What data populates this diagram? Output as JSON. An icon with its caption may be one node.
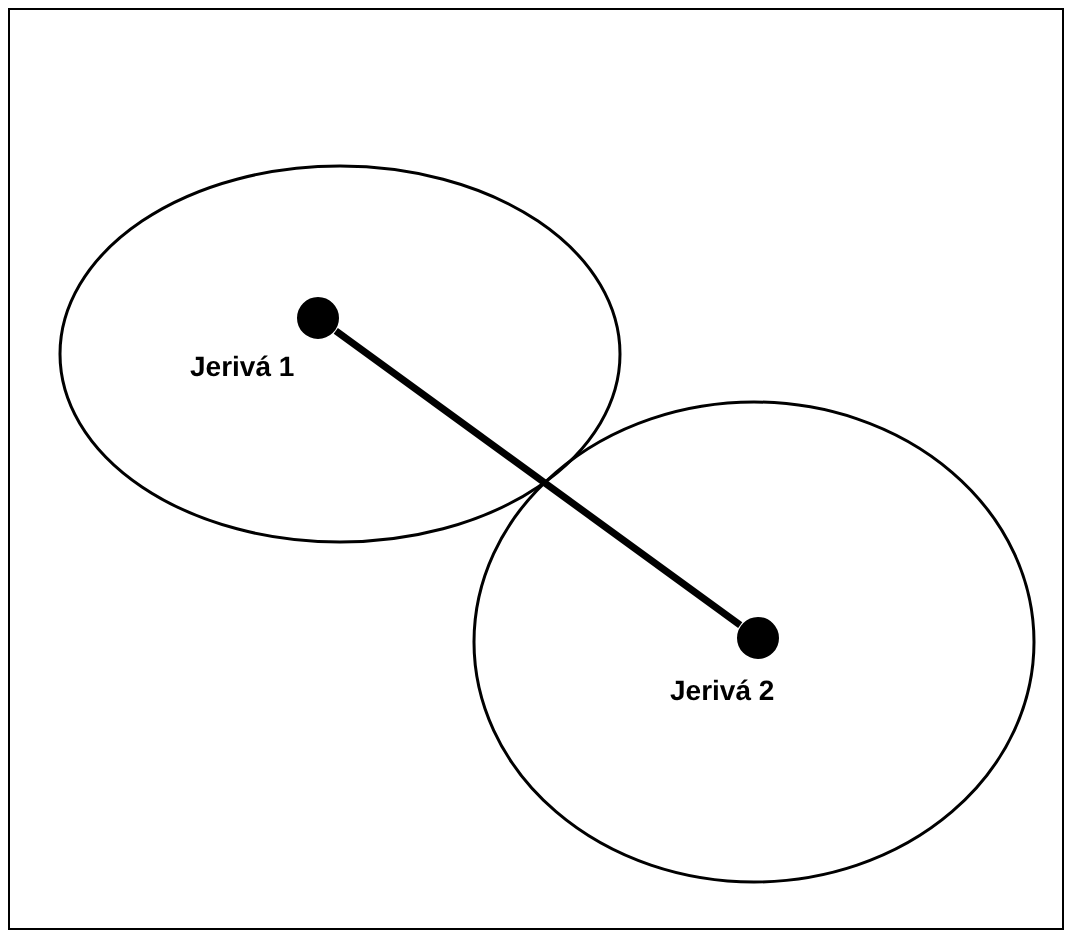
{
  "diagram": {
    "nodes": [
      {
        "text": [],
        "shape": "circle"
      },
      {
        "text": [],
        "shape": "circle",
        "beside": [
          "Jerivá 1"
        ],
        "in": 0
      },
      {
        "text": [],
        "shape": "circle"
      },
      {
        "text": [],
        "shape": "circle",
        "beside": [
          "Jerivá 2"
        ],
        "in": 2
      }
    ],
    "edges": [
      {
        "from": 1,
        "to": 3,
        "arrow": "none"
      }
    ]
  }
}
